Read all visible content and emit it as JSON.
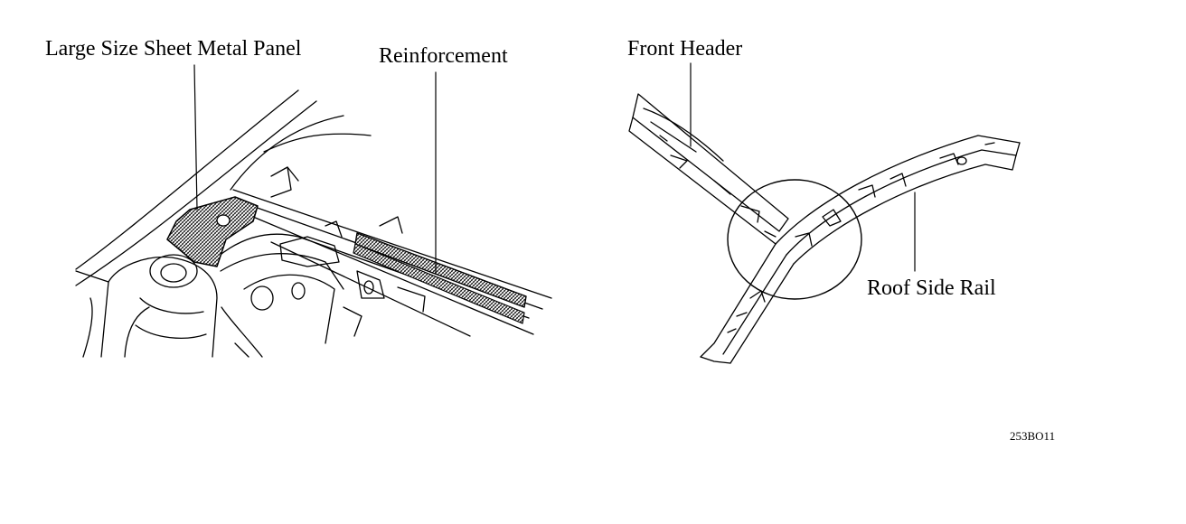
{
  "labels": {
    "large_panel": "Large Size Sheet Metal Panel",
    "reinforcement": "Reinforcement",
    "front_header": "Front Header",
    "roof_side_rail": "Roof Side Rail"
  },
  "figure_code": "253BO11",
  "colors": {
    "ink": "#000000",
    "background": "#ffffff"
  }
}
